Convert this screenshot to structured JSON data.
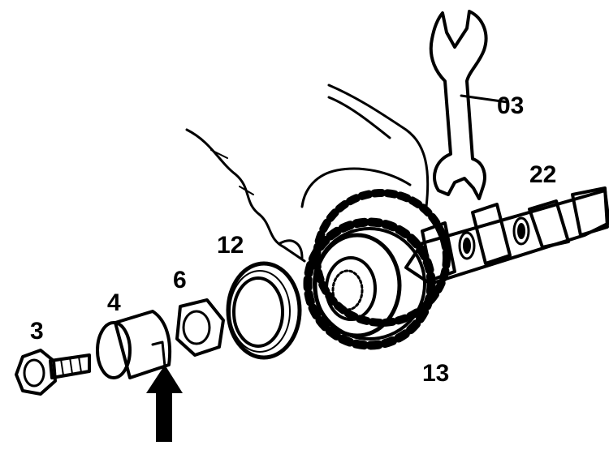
{
  "callouts": {
    "bolt": "3",
    "sleeve": "4",
    "nut": "6",
    "seal": "12",
    "sprocket": "13",
    "camshaft": "22",
    "wrench": "03"
  },
  "colors": {
    "ink": "#000000",
    "paper": "#ffffff"
  },
  "icons": {
    "arrow": "arrow-up-icon"
  }
}
